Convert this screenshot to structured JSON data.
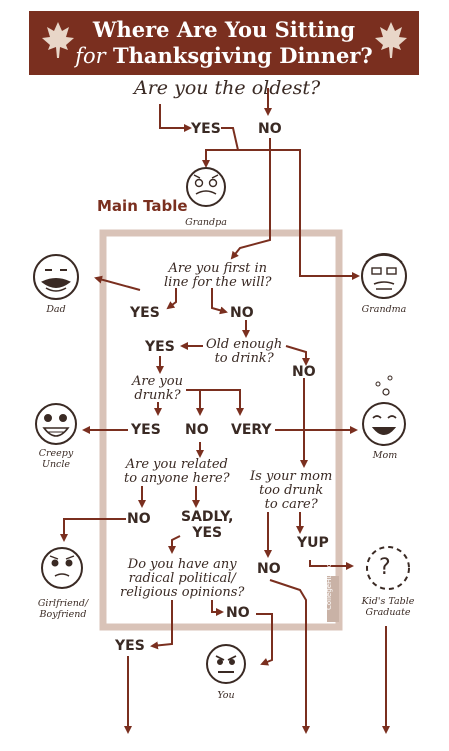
{
  "banner": {
    "line1": "Where Are You Sitting",
    "line2_italic": "for",
    "line2": "Thanksgiving Dinner?"
  },
  "main_table_label": "Main Table",
  "questions": {
    "oldest": "Are you the oldest?",
    "will_1": "Are you first in",
    "will_2": "line for the will?",
    "drink_1": "Old enough",
    "drink_2": "to drink?",
    "drunk_1": "Are you",
    "drunk_2": "drunk?",
    "related_1": "Are you related",
    "related_2": "to anyone here?",
    "mom_1": "Is your mom",
    "mom_2": "too drunk",
    "mom_3": "to care?",
    "radical_1": "Do you have any",
    "radical_2": "radical political/",
    "radical_3": "religious opinions?"
  },
  "answers": {
    "yes_oldest": "YES",
    "no_oldest": "NO",
    "yes_will": "YES",
    "no_will": "NO",
    "yes_drink": "YES",
    "no_drink": "NO",
    "yes_drunk": "YES",
    "no_drunk": "NO",
    "very_drunk": "VERY",
    "no_related": "NO",
    "sadly_1": "SADLY,",
    "sadly_2": "YES",
    "yup_mom": "YUP",
    "no_mom": "NO",
    "yes_radical": "YES",
    "no_radical": "NO"
  },
  "faces": {
    "grandpa": "Grandpa",
    "dad": "Dad",
    "grandma": "Grandma",
    "creepy_1": "Creepy",
    "creepy_2": "Uncle",
    "mom": "Mom",
    "gf_1": "Girlfriend/",
    "gf_2": "Boyfriend",
    "kids_1": "Kid's Table",
    "kids_2": "Graduate",
    "you": "You",
    "kids_mark": "?"
  },
  "colors": {
    "brown": "#7a2f1f",
    "box": "#d9c3b8",
    "ink": "#3a2a24"
  },
  "watermark": "CollegeHumor"
}
